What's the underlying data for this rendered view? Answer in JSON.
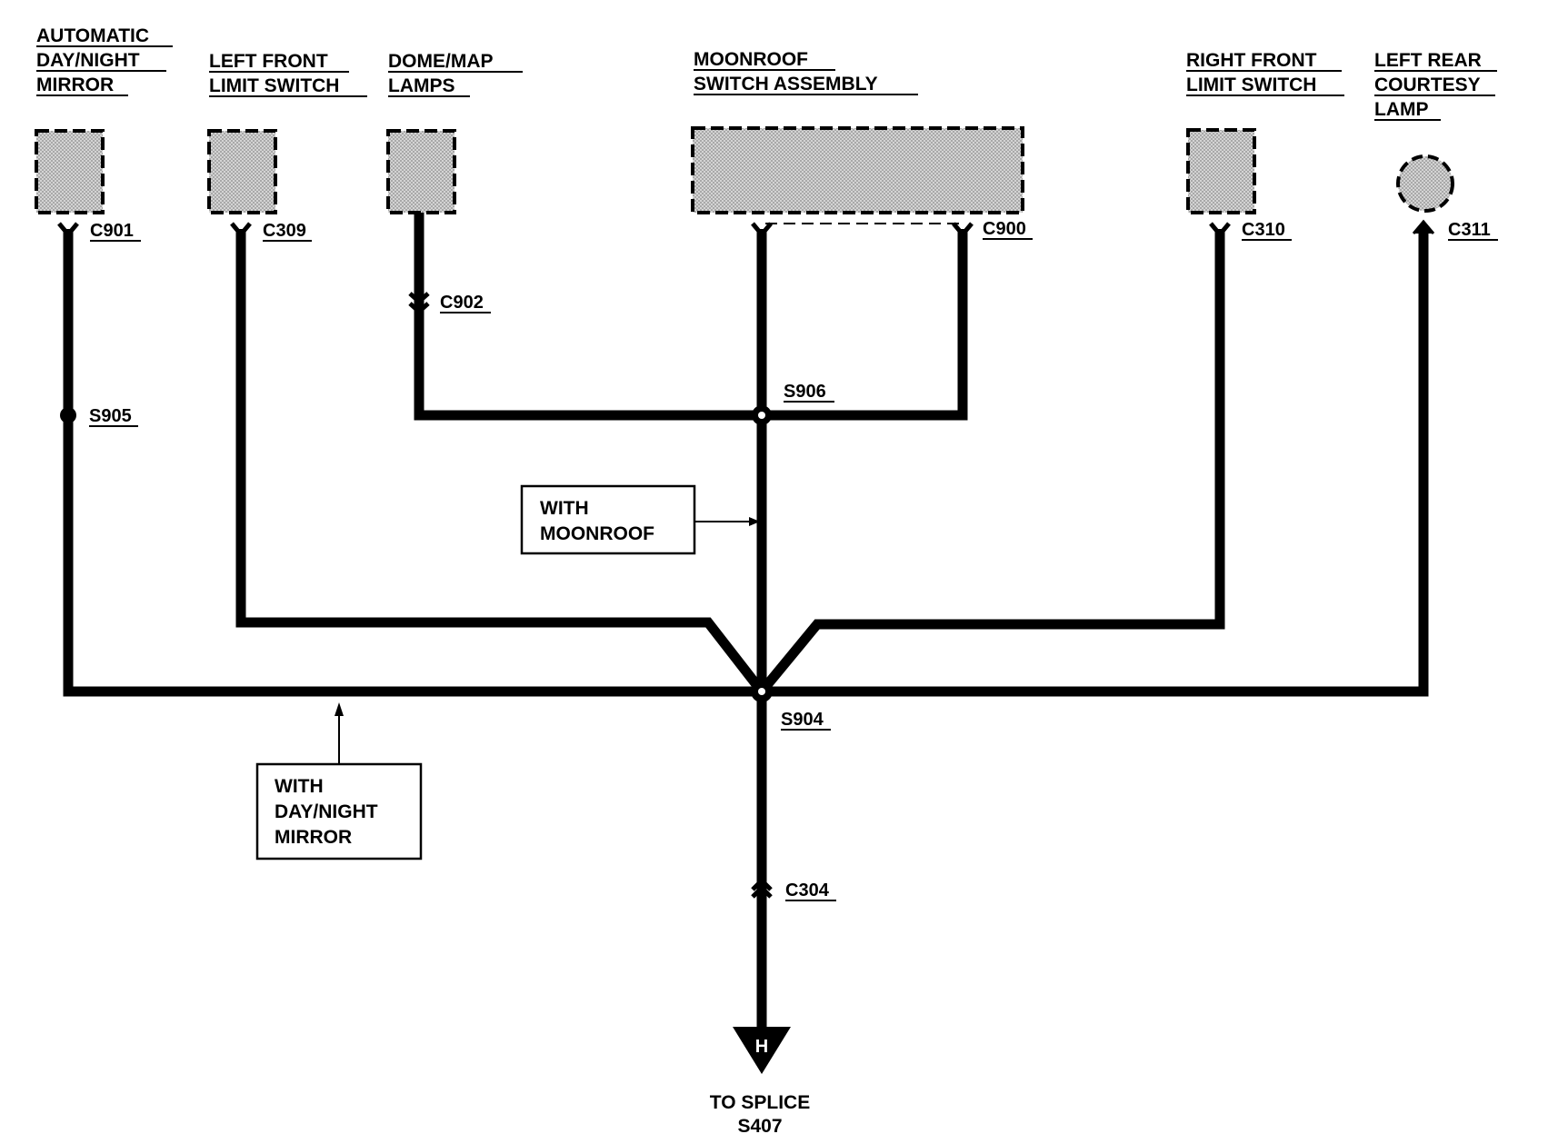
{
  "components": {
    "mirror": [
      "AUTOMATIC",
      "DAY/NIGHT",
      "MIRROR"
    ],
    "left_front_limit_switch": [
      "LEFT FRONT",
      "LIMIT SWITCH"
    ],
    "dome_map_lamps": [
      "DOME/MAP",
      "LAMPS"
    ],
    "moonroof_switch_assembly": [
      "MOONROOF",
      "SWITCH ASSEMBLY"
    ],
    "right_front_limit_switch": [
      "RIGHT FRONT",
      "LIMIT SWITCH"
    ],
    "left_rear_courtesy_lamp": [
      "LEFT REAR",
      "COURTESY",
      "LAMP"
    ]
  },
  "connectors": {
    "c901": "C901",
    "c309": "C309",
    "c902": "C902",
    "c900": "C900",
    "c310": "C310",
    "c311": "C311",
    "c304": "C304"
  },
  "splices": {
    "s905": "S905",
    "s906": "S906",
    "s904": "S904"
  },
  "notes": {
    "with_moonroof": [
      "WITH",
      "MOONROOF"
    ],
    "with_day_night_mirror": [
      "WITH",
      "DAY/NIGHT",
      "MIRROR"
    ]
  },
  "ground_symbol": {
    "letter": "H"
  },
  "destination": [
    "TO SPLICE",
    "S407"
  ],
  "colors": {
    "wire": "#000000",
    "component_fill": "#c8c8c8"
  }
}
